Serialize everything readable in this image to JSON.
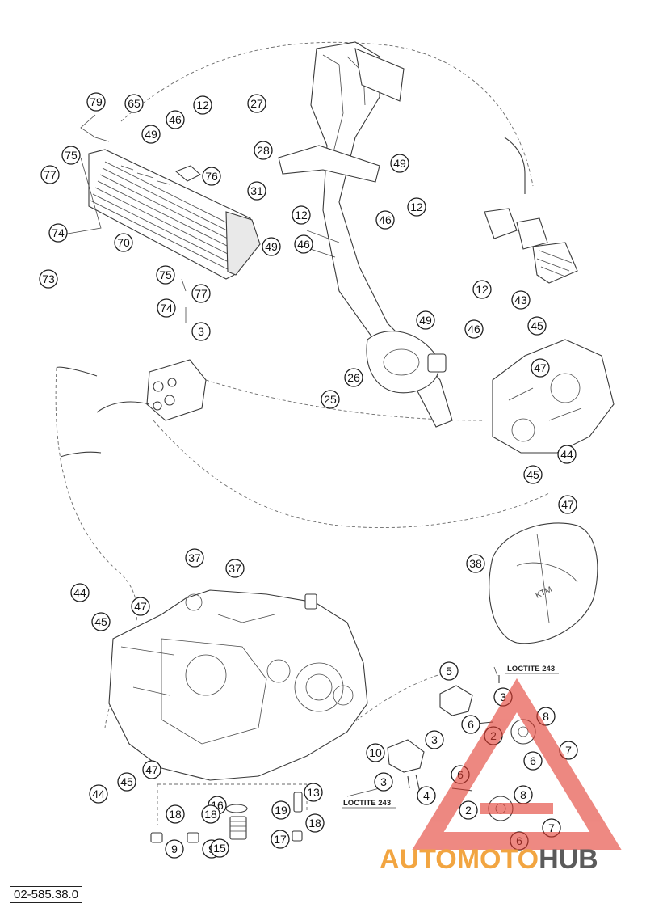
{
  "page_code": "02-585.38.0",
  "watermark": {
    "part1": "AUTOMOTO",
    "part2": "HUB",
    "color1": "#f2a541",
    "color2": "#5b5b5b",
    "triangle_color": "#e23a2e"
  },
  "notes": {
    "loctite_top": "LOCTITE 243",
    "loctite_bottom": "LOCTITE 243"
  },
  "callouts": [
    "79",
    "65",
    "46",
    "12",
    "49",
    "75",
    "76",
    "77",
    "74",
    "70",
    "73",
    "27",
    "28",
    "49",
    "12",
    "46",
    "31",
    "12",
    "49",
    "46",
    "75",
    "77",
    "74",
    "3",
    "12",
    "49",
    "46",
    "43",
    "45",
    "47",
    "26",
    "25",
    "44",
    "45",
    "47",
    "38",
    "37",
    "37",
    "44",
    "45",
    "47",
    "5",
    "3",
    "6",
    "8",
    "2",
    "7",
    "6",
    "10",
    "3",
    "3",
    "4",
    "6",
    "2",
    "8",
    "7",
    "6",
    "44",
    "45",
    "47",
    "13",
    "16",
    "18",
    "18",
    "19",
    "18",
    "9",
    "9",
    "15",
    "17"
  ]
}
